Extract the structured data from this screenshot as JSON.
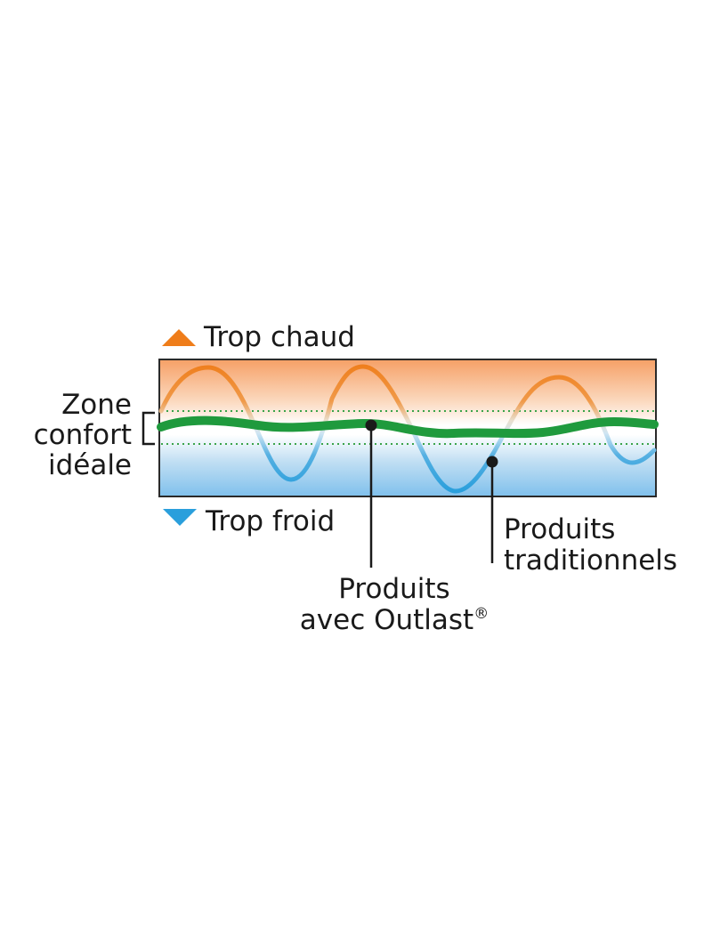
{
  "labels": {
    "too_hot": "Trop chaud",
    "too_cold": "Trop froid",
    "zone_line1": "Zone",
    "zone_line2": "confort",
    "zone_line3": "idéale",
    "outlast_line1": "Produits",
    "outlast_line2": "avec Outlast",
    "registered_mark": "®",
    "traditional_line1": "Produits",
    "traditional_line2": "traditionnels"
  },
  "colors": {
    "hot": "#ef7d1a",
    "cold": "#2a9fdc",
    "outlast": "#1f9a3d",
    "comfort_dots": "#3aa34a",
    "text": "#1a1a1a"
  },
  "icons": {
    "too_hot": "triangle-up-icon",
    "too_cold": "triangle-down-icon",
    "comfort_zone": "bracket-icon"
  }
}
